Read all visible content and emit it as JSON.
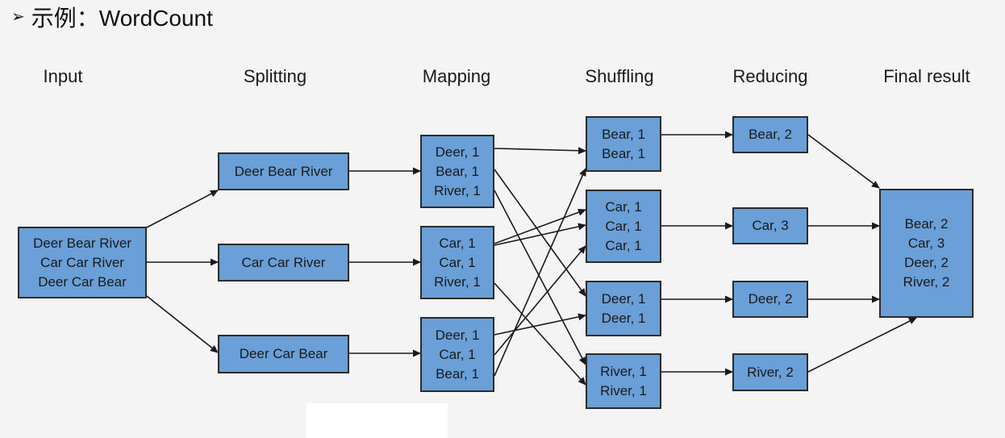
{
  "header": {
    "bullet": "➢",
    "title": "示例：WordCount"
  },
  "stages": {
    "input": "Input",
    "splitting": "Splitting",
    "mapping": "Mapping",
    "shuffling": "Shuffling",
    "reducing": "Reducing",
    "final": "Final result"
  },
  "input": {
    "lines": [
      "Deer Bear River",
      "Car Car River",
      "Deer Car Bear"
    ]
  },
  "splitting": [
    {
      "lines": [
        "Deer Bear River"
      ]
    },
    {
      "lines": [
        "Car Car River"
      ]
    },
    {
      "lines": [
        "Deer Car Bear"
      ]
    }
  ],
  "mapping": [
    {
      "lines": [
        "Deer, 1",
        "Bear, 1",
        "River, 1"
      ]
    },
    {
      "lines": [
        "Car, 1",
        "Car, 1",
        "River, 1"
      ]
    },
    {
      "lines": [
        "Deer, 1",
        "Car, 1",
        "Bear, 1"
      ]
    }
  ],
  "shuffling": [
    {
      "lines": [
        "Bear, 1",
        "Bear, 1"
      ]
    },
    {
      "lines": [
        "Car, 1",
        "Car, 1",
        "Car, 1"
      ]
    },
    {
      "lines": [
        "Deer, 1",
        "Deer, 1"
      ]
    },
    {
      "lines": [
        "River, 1",
        "River, 1"
      ]
    }
  ],
  "reducing": [
    {
      "lines": [
        "Bear, 2"
      ]
    },
    {
      "lines": [
        "Car, 3"
      ]
    },
    {
      "lines": [
        "Deer, 2"
      ]
    },
    {
      "lines": [
        "River, 2"
      ]
    }
  ],
  "final": {
    "lines": [
      "Bear, 2",
      "Car, 3",
      "Deer, 2",
      "River, 2"
    ]
  },
  "colors": {
    "box_fill": "#6a9fd7",
    "box_border": "#2b2b2b",
    "arrow": "#1a1a1a"
  }
}
